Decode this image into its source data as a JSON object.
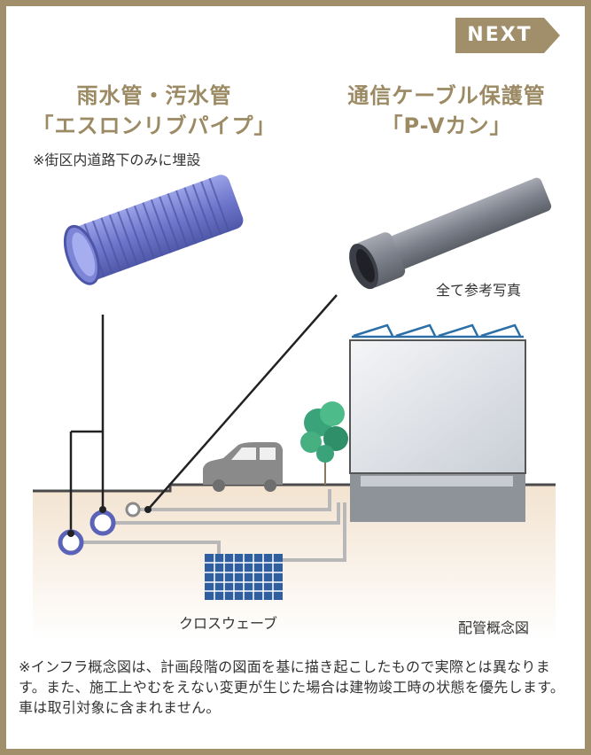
{
  "next_button": {
    "label": "NEXT"
  },
  "left_product": {
    "title_line1": "雨水管・汚水管",
    "title_line2": "「エスロンリブパイプ」",
    "note": "※街区内道路下のみに埋設"
  },
  "right_product": {
    "title_line1": "通信ケーブル保護管",
    "title_line2": "「P-Vカン」"
  },
  "photo_note": "全て参考写真",
  "diagram": {
    "cross_wave_label": "クロスウェーブ",
    "caption": "配管概念図"
  },
  "disclaimer": "※インフラ概念図は、計画段階の図面を基に描き起こしたもので実際とは異なります。また、施工上やむをえない変更が生じた場合は建物竣工時の状態を優先します。車は取引対象に含まれません。",
  "colors": {
    "frame": "#a08f6a",
    "title": "#9b8a63",
    "pipe_blue": "#5a63b8",
    "pipe_gray": "#7a7e88",
    "crosswave": "#2f5f9e",
    "tree": "#3aa37a",
    "ground": "#f3e6d6"
  }
}
